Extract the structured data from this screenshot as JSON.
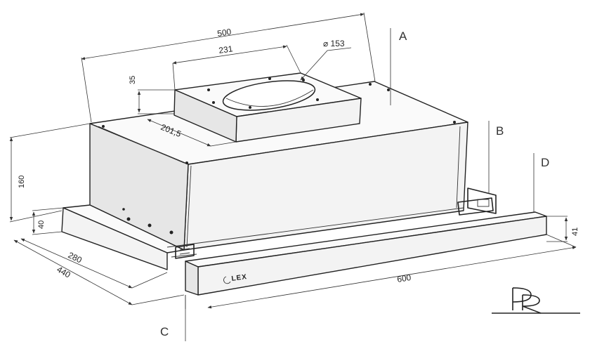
{
  "dimensions": {
    "total_width": "500",
    "duct_width": "231",
    "duct_diameter": "⌀ 153",
    "duct_height": "35",
    "duct_offset": "201,5",
    "body_height": "160",
    "front_height": "40",
    "depth_280": "280",
    "depth_440": "440",
    "panel_width": "600",
    "panel_height": "41"
  },
  "labels": {
    "a": "A",
    "b": "B",
    "c": "C",
    "d": "D"
  },
  "brand": {
    "panel_logo": "LEX",
    "corner_logo": "PR"
  },
  "colors": {
    "line": "#222222",
    "face_light": "#f3f3f3",
    "face_mid": "#e6e6e6"
  }
}
